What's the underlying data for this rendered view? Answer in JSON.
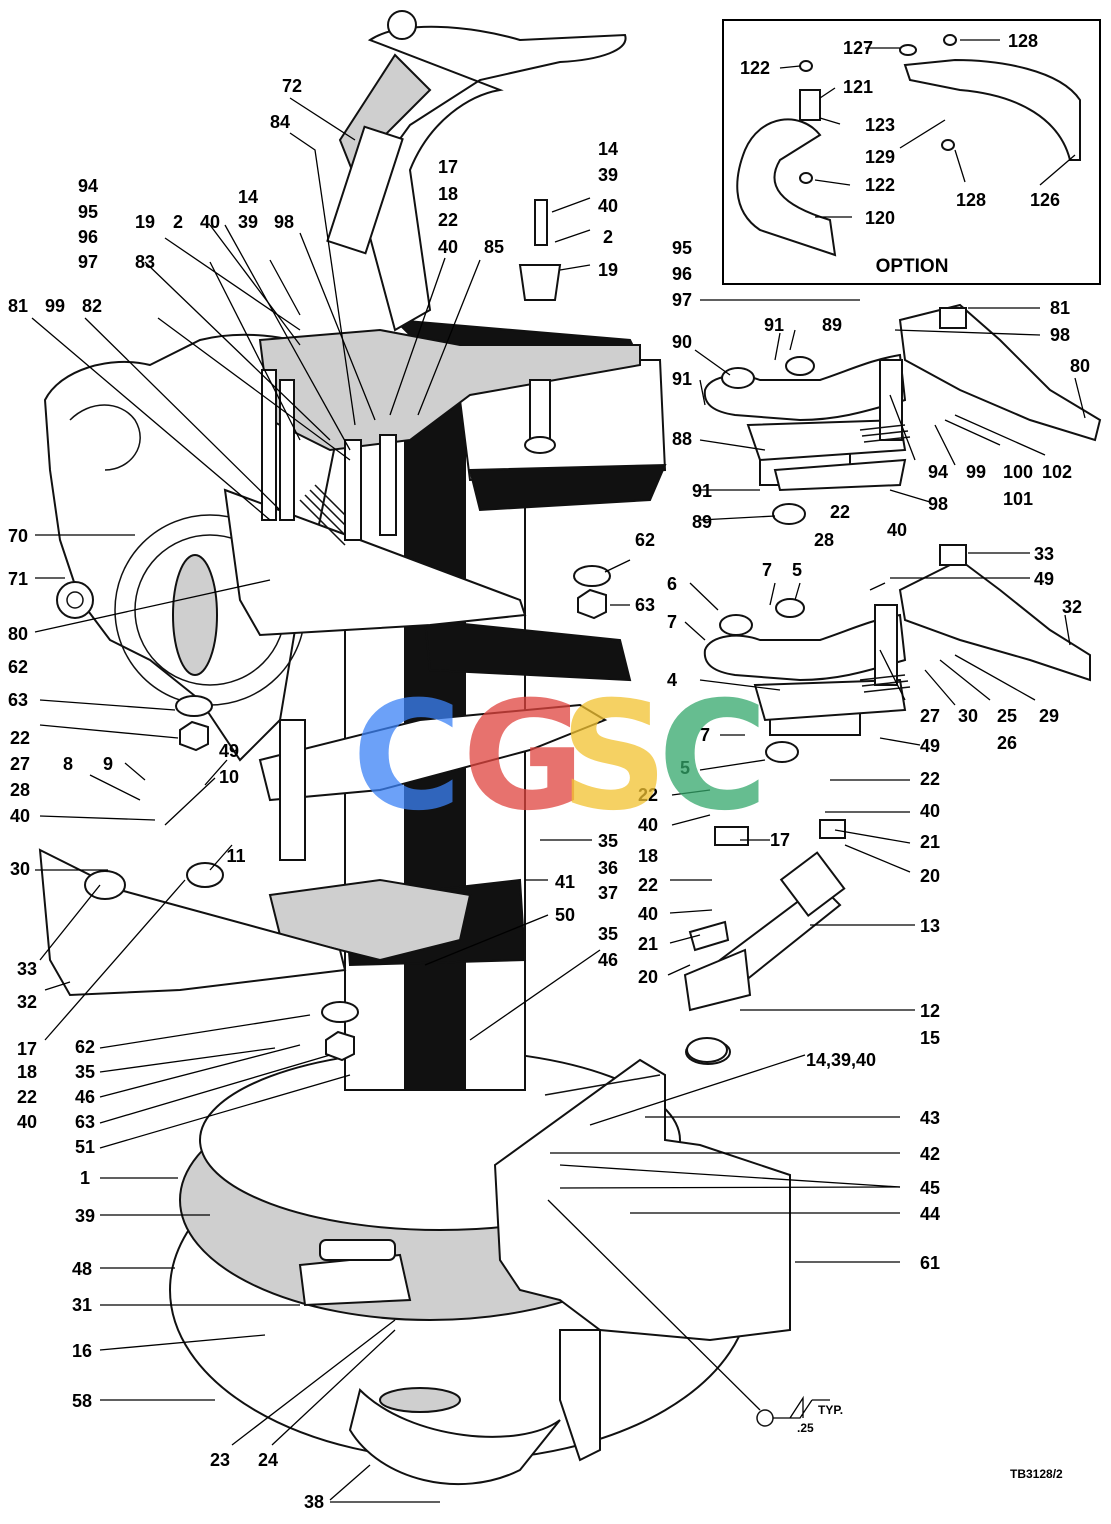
{
  "option_title": "OPTION",
  "drawing_ref": "TB3128/2",
  "weld_note": ".25",
  "weld_typ": "TYP.",
  "watermark": {
    "letters": [
      "C",
      "G",
      "S",
      "C"
    ],
    "colors": [
      "#3b82f6",
      "#e0443e",
      "#f2c230",
      "#34a86b"
    ]
  },
  "callouts": [
    "72",
    "84",
    "94",
    "95",
    "96",
    "97",
    "14",
    "39",
    "19",
    "2",
    "40",
    "98",
    "83",
    "81",
    "99",
    "82",
    "17",
    "18",
    "22",
    "40",
    "85",
    "14",
    "39",
    "40",
    "2",
    "19",
    "70",
    "71",
    "80",
    "62",
    "63",
    "22",
    "27",
    "28",
    "8",
    "9",
    "49",
    "10",
    "40",
    "30",
    "11",
    "33",
    "32",
    "17",
    "18",
    "22",
    "40",
    "62",
    "35",
    "46",
    "63",
    "51",
    "1",
    "39",
    "48",
    "31",
    "16",
    "58",
    "23",
    "24",
    "38",
    "62",
    "63",
    "35",
    "36",
    "37",
    "41",
    "50",
    "35",
    "46",
    "14,39,40",
    "43",
    "42",
    "45",
    "44",
    "61",
    "122",
    "127",
    "128",
    "121",
    "123",
    "129",
    "122",
    "128",
    "126",
    "120",
    "95",
    "96",
    "97",
    "81",
    "91",
    "89",
    "90",
    "98",
    "91",
    "80",
    "88",
    "94",
    "99",
    "100",
    "102",
    "101",
    "91",
    "98",
    "89",
    "22",
    "28",
    "40",
    "33",
    "6",
    "7",
    "5",
    "49",
    "7",
    "32",
    "4",
    "27",
    "30",
    "25",
    "29",
    "26",
    "7",
    "49",
    "5",
    "22",
    "22",
    "40",
    "40",
    "21",
    "18",
    "17",
    "20",
    "22",
    "40",
    "13",
    "21",
    "20",
    "12",
    "15"
  ]
}
